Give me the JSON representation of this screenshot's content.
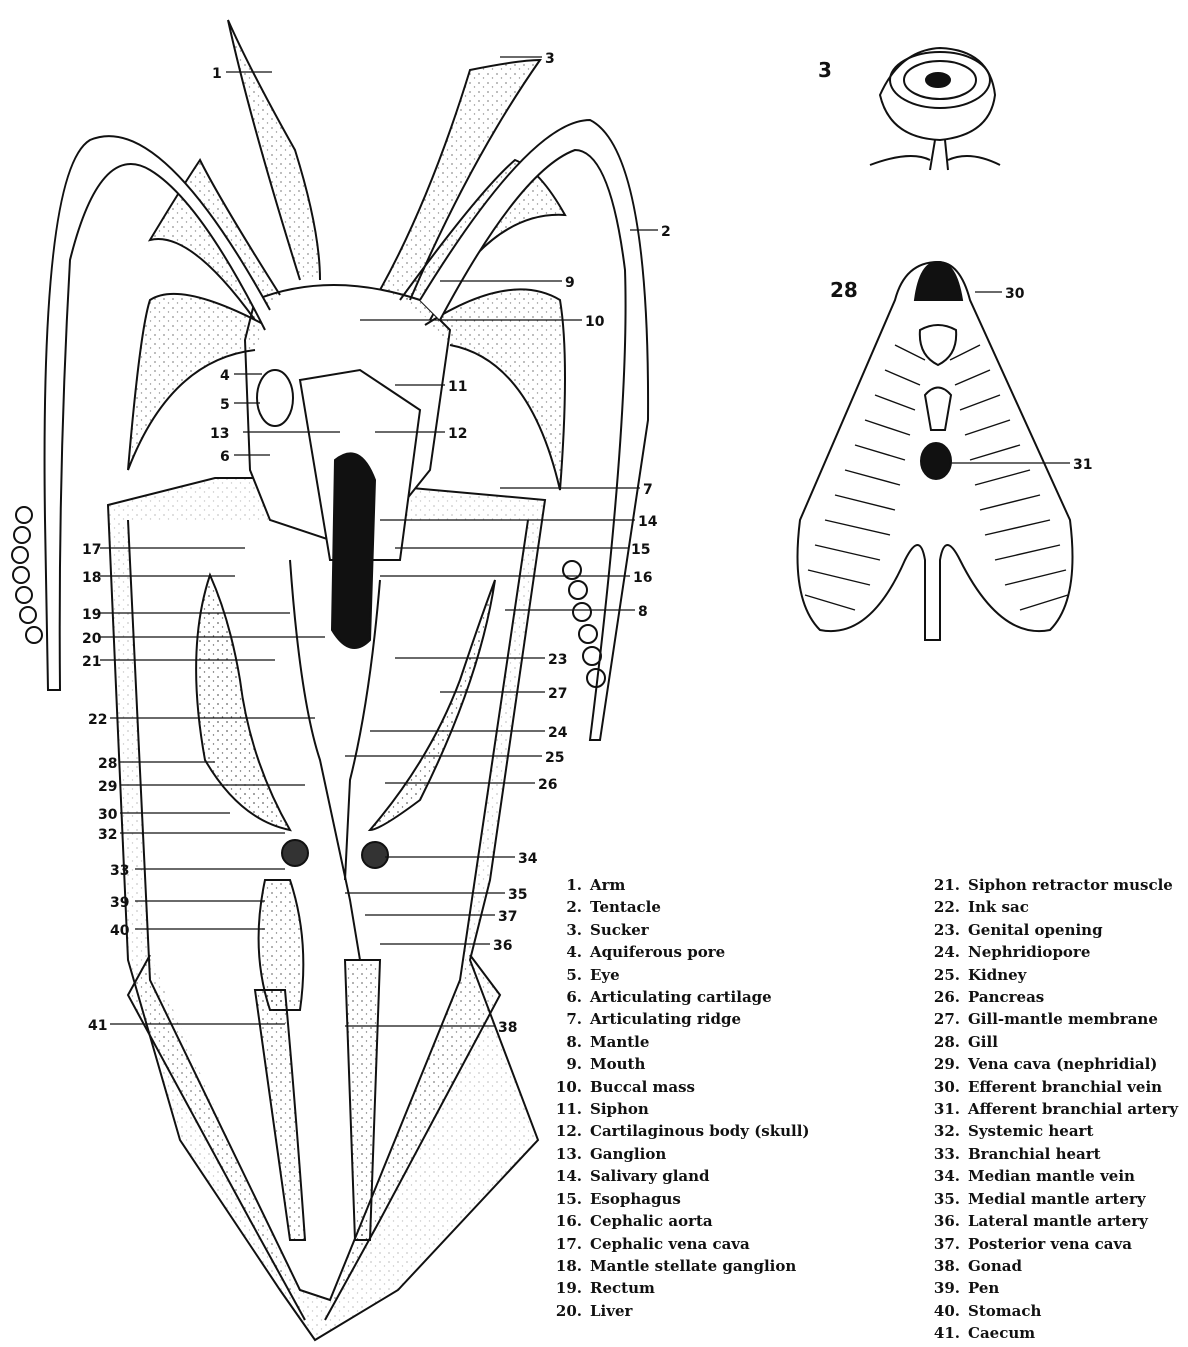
{
  "callouts": {
    "c1": "1",
    "c2": "2",
    "c3": "3",
    "c4": "4",
    "c5": "5",
    "c6": "6",
    "c7": "7",
    "c8": "8",
    "c9": "9",
    "c10": "10",
    "c11": "11",
    "c12": "12",
    "c13": "13",
    "c14": "14",
    "c15": "15",
    "c16": "16",
    "c17": "17",
    "c18": "18",
    "c19": "19",
    "c20": "20",
    "c21": "21",
    "c22": "22",
    "c23": "23",
    "c24": "24",
    "c25": "25",
    "c26": "26",
    "c27": "27",
    "c28": "28",
    "c29": "29",
    "c30": "30",
    "c31": "31",
    "c32": "32",
    "c33": "33",
    "c34": "34",
    "c35": "35",
    "c36": "36",
    "c37": "37",
    "c38": "38",
    "c39": "39",
    "c40": "40",
    "c41": "41"
  },
  "insets": {
    "sucker": {
      "label": "3"
    },
    "gill": {
      "label": "28",
      "c30": "30",
      "c31": "31"
    }
  },
  "legend_left": [
    {
      "num": "1.",
      "text": "Arm"
    },
    {
      "num": "2.",
      "text": "Tentacle"
    },
    {
      "num": "3.",
      "text": "Sucker"
    },
    {
      "num": "4.",
      "text": "Aquiferous pore"
    },
    {
      "num": "5.",
      "text": "Eye"
    },
    {
      "num": "6.",
      "text": "Articulating cartilage"
    },
    {
      "num": "7.",
      "text": "Articulating ridge"
    },
    {
      "num": "8.",
      "text": "Mantle"
    },
    {
      "num": "9.",
      "text": "Mouth"
    },
    {
      "num": "10.",
      "text": "Buccal mass"
    },
    {
      "num": "11.",
      "text": "Siphon"
    },
    {
      "num": "12.",
      "text": "Cartilaginous body (skull)"
    },
    {
      "num": "13.",
      "text": "Ganglion"
    },
    {
      "num": "14.",
      "text": "Salivary gland"
    },
    {
      "num": "15.",
      "text": "Esophagus"
    },
    {
      "num": "16.",
      "text": "Cephalic aorta"
    },
    {
      "num": "17.",
      "text": "Cephalic vena cava"
    },
    {
      "num": "18.",
      "text": "Mantle stellate ganglion"
    },
    {
      "num": "19.",
      "text": "Rectum"
    },
    {
      "num": "20.",
      "text": "Liver"
    }
  ],
  "legend_right": [
    {
      "num": "21.",
      "text": "Siphon retractor muscle"
    },
    {
      "num": "22.",
      "text": "Ink sac"
    },
    {
      "num": "23.",
      "text": "Genital opening"
    },
    {
      "num": "24.",
      "text": "Nephridiopore"
    },
    {
      "num": "25.",
      "text": "Kidney"
    },
    {
      "num": "26.",
      "text": "Pancreas"
    },
    {
      "num": "27.",
      "text": "Gill-mantle membrane"
    },
    {
      "num": "28.",
      "text": "Gill"
    },
    {
      "num": "29.",
      "text": "Vena cava (nephridial)"
    },
    {
      "num": "30.",
      "text": "Efferent branchial vein"
    },
    {
      "num": "31.",
      "text": "Afferent branchial artery"
    },
    {
      "num": "32.",
      "text": "Systemic heart"
    },
    {
      "num": "33.",
      "text": "Branchial heart"
    },
    {
      "num": "34.",
      "text": "Median mantle vein"
    },
    {
      "num": "35.",
      "text": "Medial mantle artery"
    },
    {
      "num": "36.",
      "text": "Lateral mantle artery"
    },
    {
      "num": "37.",
      "text": "Posterior vena cava"
    },
    {
      "num": "38.",
      "text": "Gonad"
    },
    {
      "num": "39.",
      "text": "Pen"
    },
    {
      "num": "40.",
      "text": "Stomach"
    },
    {
      "num": "41.",
      "text": "Caecum"
    }
  ]
}
